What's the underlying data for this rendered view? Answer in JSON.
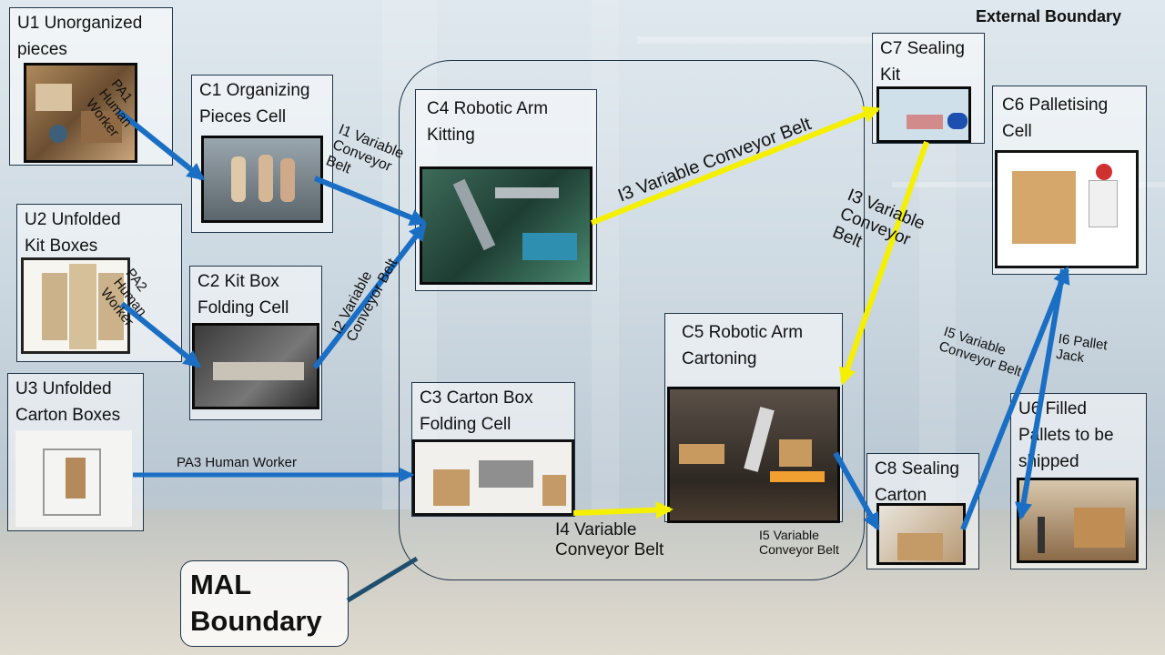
{
  "external_boundary": "External Boundary",
  "mal_boundary": "MAL\nBoundary",
  "nodes": {
    "u1": "U1 Unorganized\npieces",
    "u2": "U2 Unfolded\nKit Boxes",
    "u3": "U3 Unfolded\nCarton Boxes",
    "c1": "C1 Organizing\nPieces Cell",
    "c2": "C2 Kit Box\nFolding Cell",
    "c3": "C3 Carton Box\nFolding Cell",
    "c4": "C4 Robotic Arm\nKitting",
    "c5": "C5 Robotic Arm\nCartoning",
    "c6": "C6 Palletising\nCell",
    "c7": "C7 Sealing\nKit",
    "c8": "C8 Sealing\nCarton",
    "u6": "U6 Filled\nPallets to be\nshipped"
  },
  "edges": {
    "pa1": "PA1\nHuman\nWorker",
    "pa2": "PA2\nHuman\nWorker",
    "pa3": "PA3 Human Worker",
    "i1": "I1 Variable\nConveyor\nBelt",
    "i2": "I2 Variable\nConveyor Belt",
    "i3_top": "I3 Variable Conveyor Belt",
    "i3_right": "I3 Variable\nConveyor\nBelt",
    "i4": "I4 Variable\nConveyor Belt",
    "i5_bottom": "I5 Variable\nConveyor Belt",
    "i5_right": "I5 Variable\nConveyor Belt",
    "i6": "I6 Pallet\nJack"
  },
  "colors": {
    "human_edge": "#1a6fc4",
    "conveyor_edge": "#f5f000",
    "border": "#1f3548"
  }
}
